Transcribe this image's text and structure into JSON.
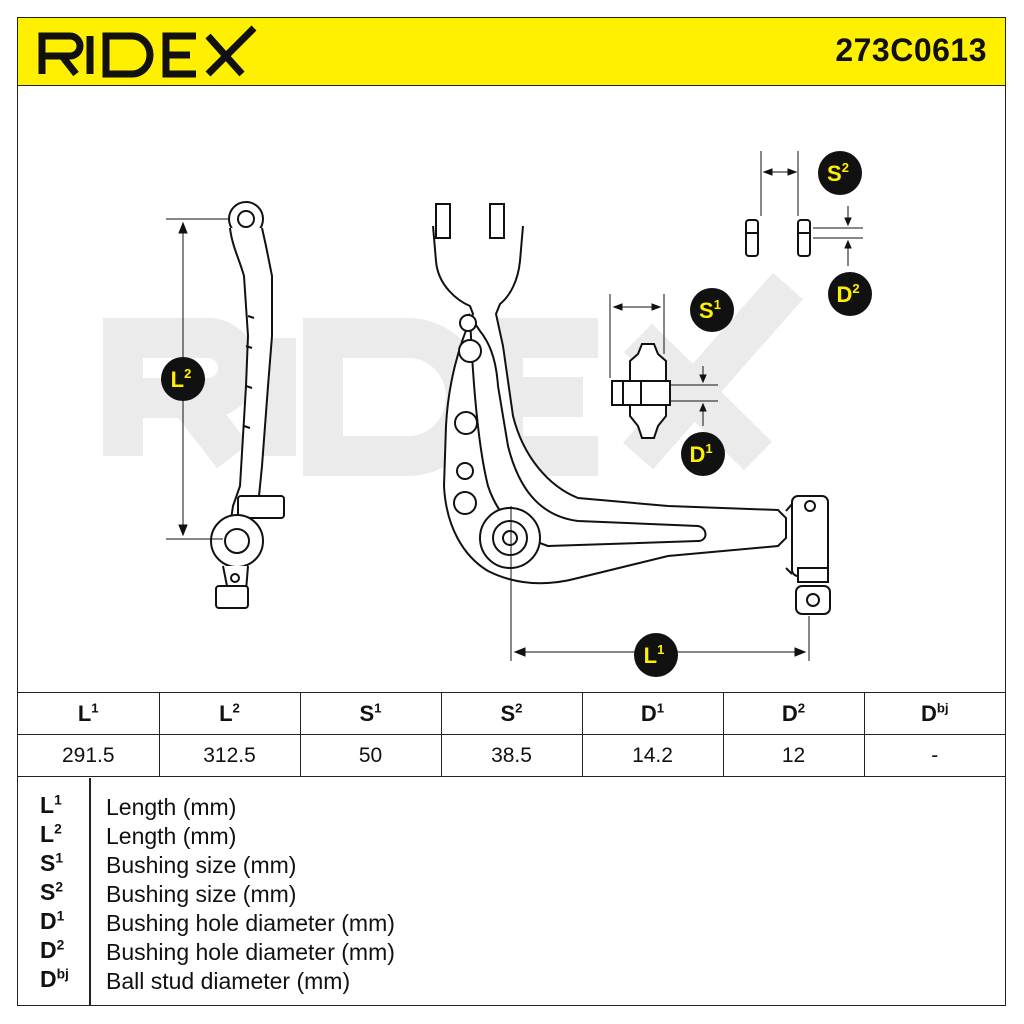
{
  "header": {
    "brand": "RIDEX",
    "part_number": "273C0613",
    "brand_color": "#fff000"
  },
  "drawing": {
    "watermark": "RIDEX",
    "badges": {
      "l1": {
        "base": "L",
        "sup": "1"
      },
      "l2": {
        "base": "L",
        "sup": "2"
      },
      "s1": {
        "base": "S",
        "sup": "1"
      },
      "s2": {
        "base": "S",
        "sup": "2"
      },
      "d1": {
        "base": "D",
        "sup": "1"
      },
      "d2": {
        "base": "D",
        "sup": "2"
      }
    }
  },
  "spec_table": {
    "headers": [
      {
        "base": "L",
        "sup": "1"
      },
      {
        "base": "L",
        "sup": "2"
      },
      {
        "base": "S",
        "sup": "1"
      },
      {
        "base": "S",
        "sup": "2"
      },
      {
        "base": "D",
        "sup": "1"
      },
      {
        "base": "D",
        "sup": "2"
      },
      {
        "base": "D",
        "sup": "bj"
      }
    ],
    "values": [
      "291.5",
      "312.5",
      "50",
      "38.5",
      "14.2",
      "12",
      "-"
    ]
  },
  "legend": [
    {
      "base": "L",
      "sup": "1",
      "desc": "Length (mm)"
    },
    {
      "base": "L",
      "sup": "2",
      "desc": "Length (mm)"
    },
    {
      "base": "S",
      "sup": "1",
      "desc": "Bushing size (mm)"
    },
    {
      "base": "S",
      "sup": "2",
      "desc": "Bushing size (mm)"
    },
    {
      "base": "D",
      "sup": "1",
      "desc": "Bushing hole diameter (mm)"
    },
    {
      "base": "D",
      "sup": "2",
      "desc": "Bushing hole diameter (mm)"
    },
    {
      "base": "D",
      "sup": "bj",
      "desc": "Ball stud diameter (mm)"
    }
  ]
}
